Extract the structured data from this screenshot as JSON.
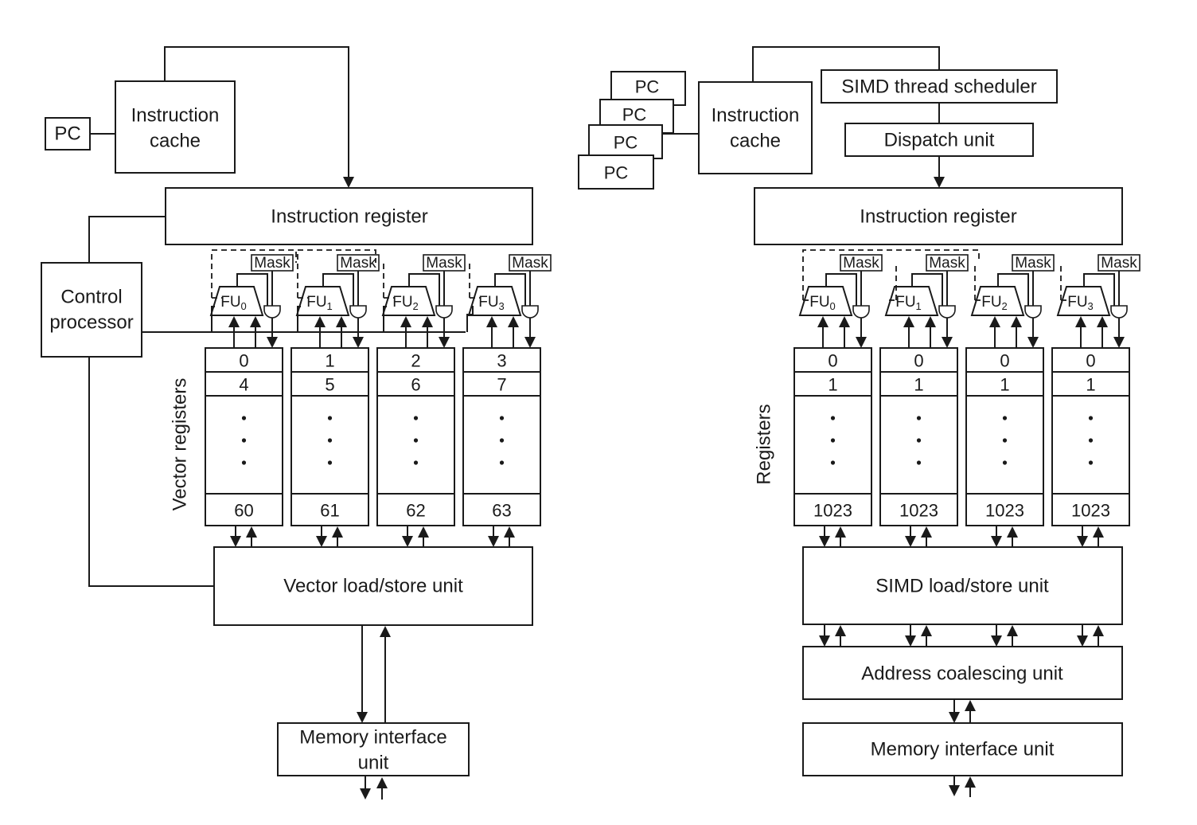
{
  "left": {
    "pc": "PC",
    "instruction_cache": [
      "Instruction",
      "cache"
    ],
    "instruction_register": "Instruction register",
    "control_processor": [
      "Control",
      "processor"
    ],
    "mask_label": "Mask",
    "fu_prefix": "FU",
    "fu_subscripts": [
      "0",
      "1",
      "2",
      "3"
    ],
    "register_side_label": "Vector registers",
    "register_lanes": [
      {
        "first": "0",
        "second": "4",
        "last": "60"
      },
      {
        "first": "1",
        "second": "5",
        "last": "61"
      },
      {
        "first": "2",
        "second": "6",
        "last": "62"
      },
      {
        "first": "3",
        "second": "7",
        "last": "63"
      }
    ],
    "load_store_unit": "Vector load/store unit",
    "memory_interface_unit": [
      "Memory interface",
      "unit"
    ]
  },
  "right": {
    "pcs": [
      "PC",
      "PC",
      "PC",
      "PC"
    ],
    "instruction_cache": [
      "Instruction",
      "cache"
    ],
    "simd_thread_scheduler": "SIMD thread scheduler",
    "dispatch_unit": "Dispatch unit",
    "instruction_register": "Instruction register",
    "mask_label": "Mask",
    "fu_prefix": "FU",
    "fu_subscripts": [
      "0",
      "1",
      "2",
      "3"
    ],
    "register_side_label": "Registers",
    "register_lanes": [
      {
        "first": "0",
        "second": "1",
        "last": "1023"
      },
      {
        "first": "0",
        "second": "1",
        "last": "1023"
      },
      {
        "first": "0",
        "second": "1",
        "last": "1023"
      },
      {
        "first": "0",
        "second": "1",
        "last": "1023"
      }
    ],
    "load_store_unit": "SIMD load/store unit",
    "address_coalescing_unit": "Address coalescing unit",
    "memory_interface_unit": "Memory interface unit"
  }
}
